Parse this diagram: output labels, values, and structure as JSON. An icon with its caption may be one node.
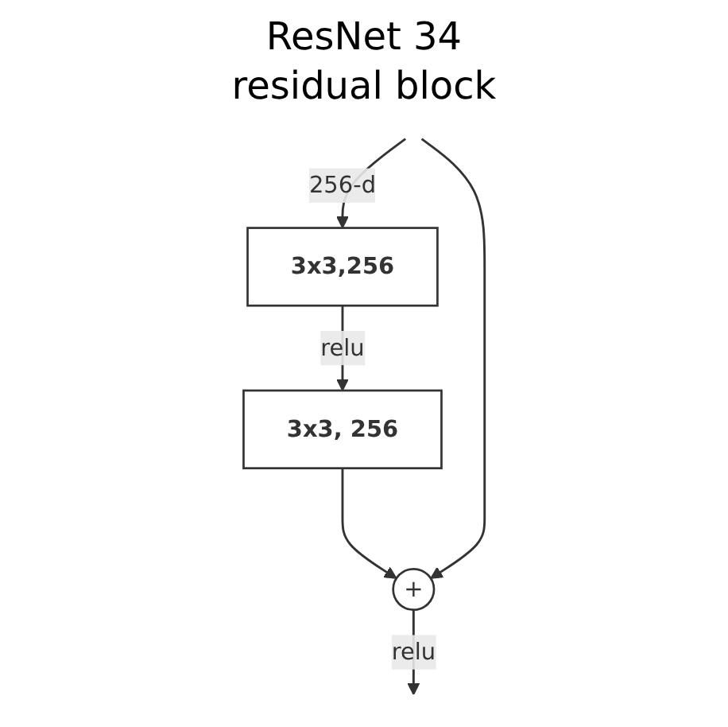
{
  "diagram": {
    "title": "ResNet 34 residual block",
    "nodes": [
      {
        "text": [
          "3x3,256"
        ]
      },
      {
        "text": [
          "3x3, 256"
        ]
      },
      {
        "text": [
          "+"
        ]
      }
    ],
    "edges": [
      {
        "from": null,
        "to": 0,
        "arrow": "to",
        "label": "256-d"
      },
      {
        "from": 0,
        "to": 1,
        "arrow": "to",
        "label": "relu"
      },
      {
        "from": 1,
        "to": 2,
        "arrow": "to"
      },
      {
        "from": null,
        "to": 2,
        "arrow": "to"
      },
      {
        "from": 2,
        "to": null,
        "arrow": "to",
        "label": "relu"
      }
    ]
  }
}
